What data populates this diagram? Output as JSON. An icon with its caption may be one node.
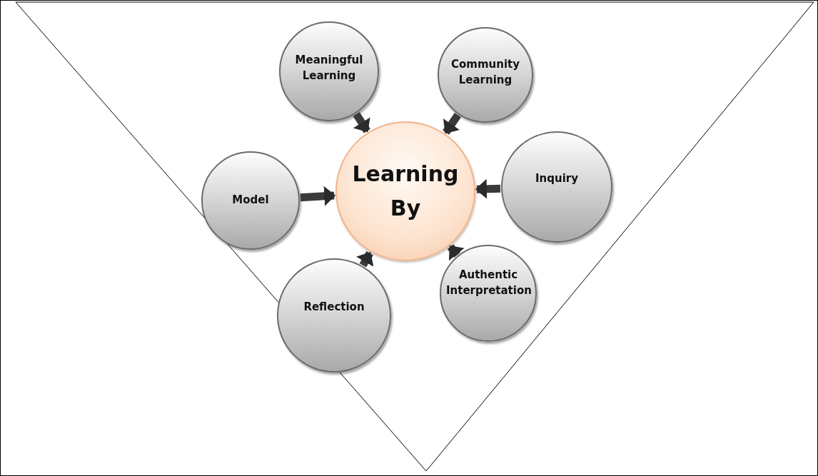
{
  "diagram": {
    "nodes": [
      {
        "text": [
          "Meaningful Learning"
        ]
      },
      {
        "text": [
          "Community Learning"
        ]
      },
      {
        "text": [
          "Model"
        ]
      },
      {
        "text": [
          "Learning By"
        ]
      },
      {
        "text": [
          "Inquiry"
        ]
      },
      {
        "text": [
          "Reflection"
        ]
      },
      {
        "text": [
          "Authentic Interpretation"
        ]
      }
    ],
    "edges": [
      {
        "from": 0,
        "to": 3,
        "arrow": "to"
      },
      {
        "from": 1,
        "to": 3,
        "arrow": "to"
      },
      {
        "from": 2,
        "to": 3,
        "arrow": "to"
      },
      {
        "from": 4,
        "to": 3,
        "arrow": "to"
      },
      {
        "from": 5,
        "to": 3,
        "arrow": "to"
      },
      {
        "from": 6,
        "to": 3,
        "arrow": "to"
      }
    ]
  }
}
